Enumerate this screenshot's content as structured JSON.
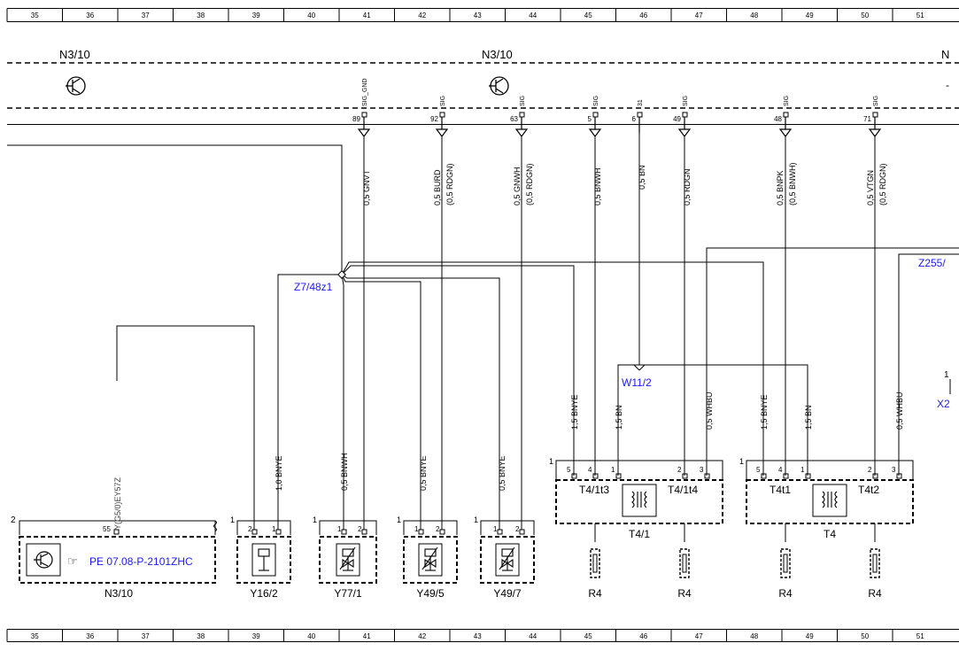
{
  "ruler": [
    "35",
    "36",
    "37",
    "38",
    "39",
    "40",
    "41",
    "42",
    "43",
    "44",
    "45",
    "46",
    "47",
    "48",
    "49",
    "50",
    "51"
  ],
  "top_labels": {
    "n3_10_left": "N3/10",
    "n3_10_mid": "N3/10",
    "n_edge": "N"
  },
  "connector_labels": [
    "SIG_GND",
    "SIG",
    "SIG",
    "SIG",
    "31",
    "SIG",
    "SIG",
    "SIG"
  ],
  "pin_numbers": [
    "89",
    "92",
    "63",
    "5",
    "6",
    "49",
    "48",
    "71"
  ],
  "wires_upper": [
    "0,5 GNVT",
    "0,5 BURD",
    "(0,5 RDGN)",
    "0,5 GNWH",
    "(0,5 RDGN)",
    "0,5 BNWH",
    "0,5 BN",
    "0,5 RDGN",
    "0,5 BNPK",
    "(0,5 BNWH)",
    "0,5 VTGN",
    "(0,5 RDGN)"
  ],
  "wires_lower": [
    "1,0 BNYE",
    "0,5 BNWH",
    "0,5 BNYE",
    "0,5 BNYE",
    "1,5 BNYE",
    "1,5 BN",
    "0,5 WHBU",
    "1,5 BNYE",
    "1,5 BN",
    "0,5 WHBU"
  ],
  "splices": {
    "z7": "Z7/48z1",
    "w11": "W11/2",
    "z255": "Z255/",
    "x2": "X2"
  },
  "left_block": {
    "num": "2",
    "pin": "55",
    "rot_text": "Y(G5/0)EY57Z",
    "ref": "PE 07.08-P-2101ZHC",
    "name": "N3/10"
  },
  "components": [
    {
      "id": "Y16/2",
      "pins": [
        "1",
        "2",
        "1"
      ]
    },
    {
      "id": "Y77/1",
      "pins": [
        "1",
        "1",
        "2"
      ]
    },
    {
      "id": "Y49/5",
      "pins": [
        "1",
        "1",
        "2"
      ]
    },
    {
      "id": "Y49/7",
      "pins": [
        "1",
        "1",
        "2"
      ]
    }
  ],
  "transformers": [
    {
      "name": "T4/1",
      "t_left": "T4/1t3",
      "t_right": "T4/1t4",
      "pins": [
        "1",
        "5",
        "4",
        "1",
        "2",
        "3"
      ],
      "r1": "R4",
      "r2": "R4"
    },
    {
      "name": "T4",
      "t_left": "T4t1",
      "t_right": "T4t2",
      "pins": [
        "1",
        "5",
        "4",
        "1",
        "2",
        "3"
      ],
      "r1": "R4",
      "r2": "R4"
    }
  ],
  "right_edge_marks": [
    "1",
    "-"
  ]
}
